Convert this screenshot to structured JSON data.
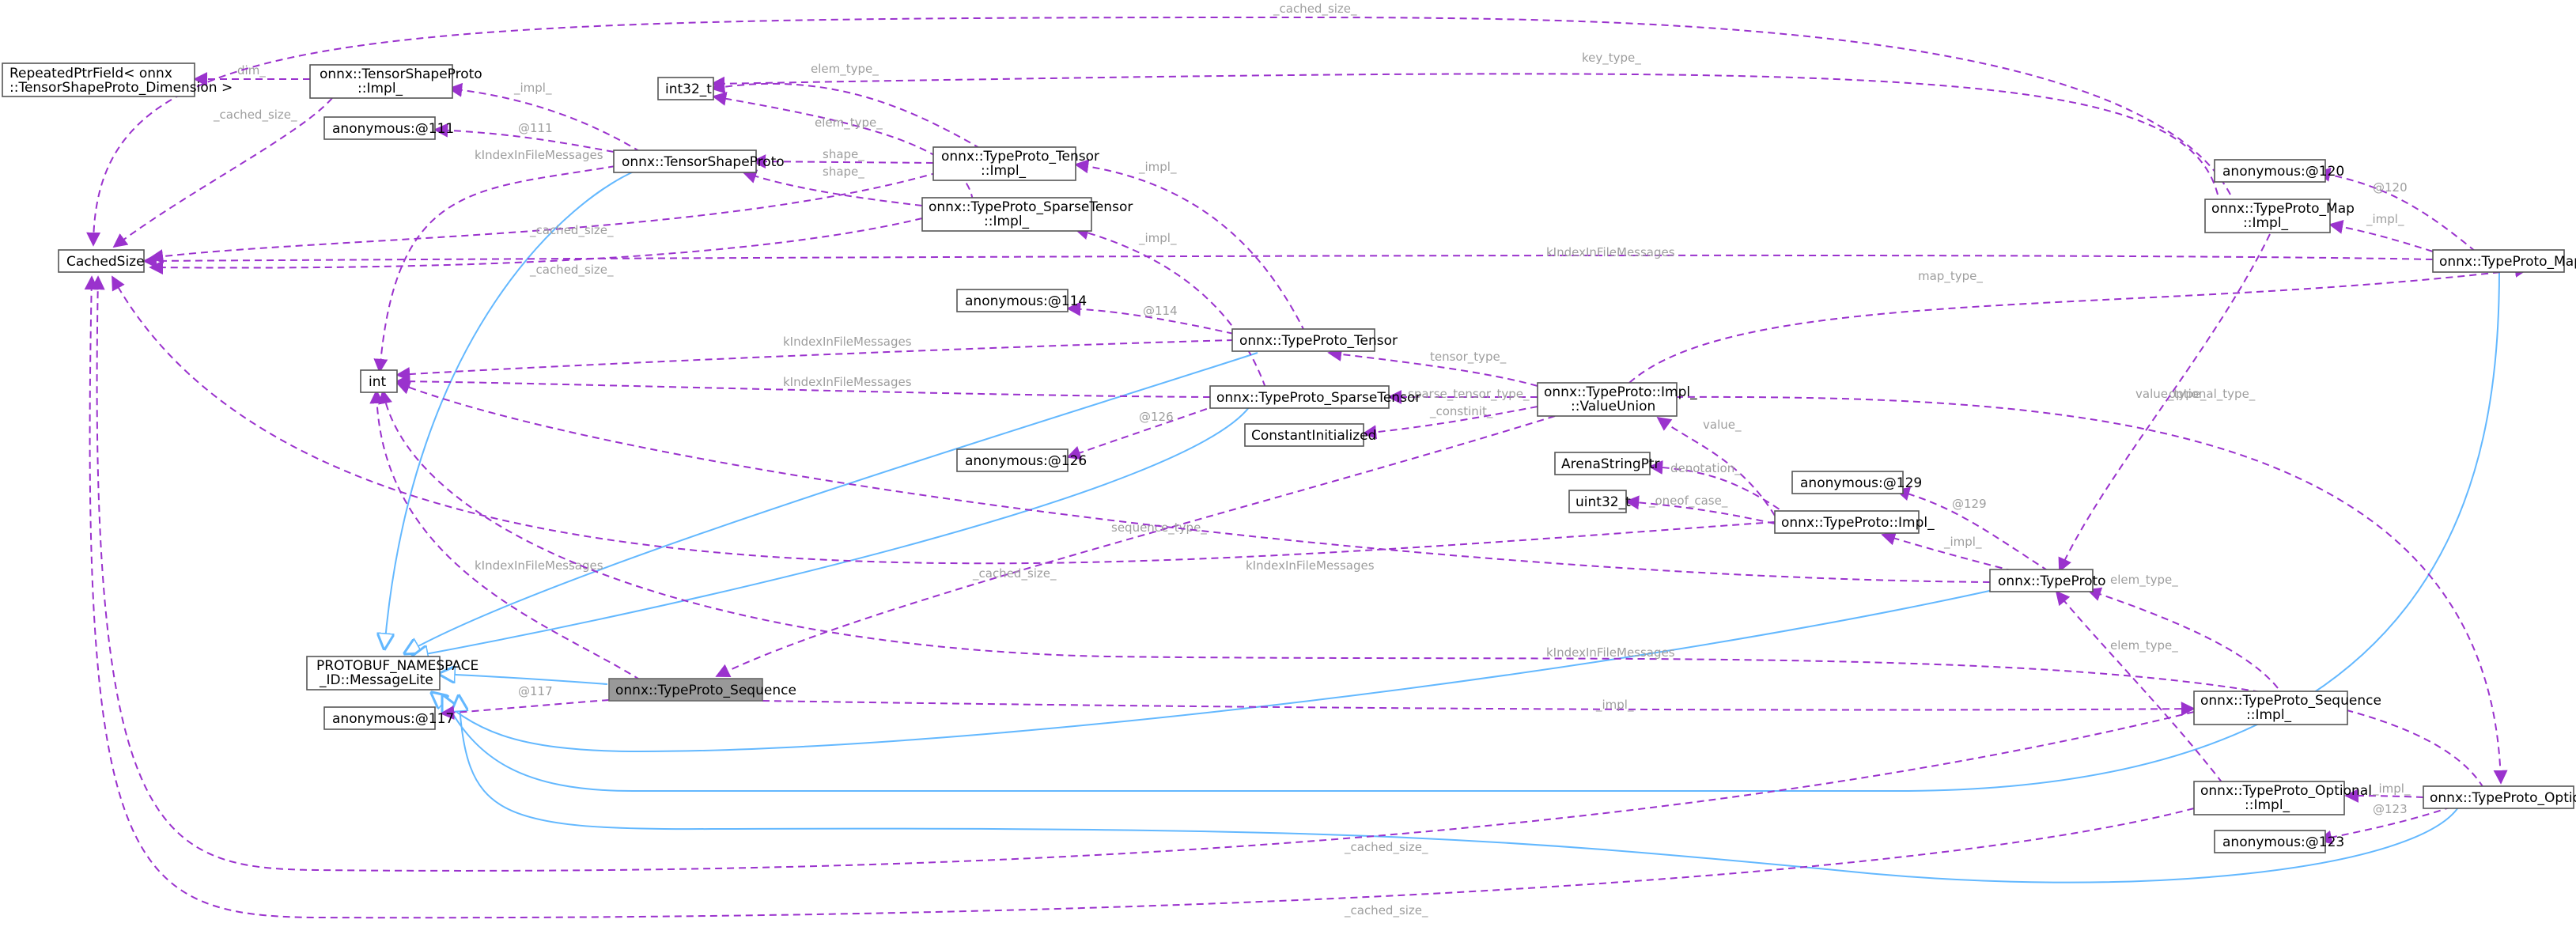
{
  "nodes": [
    {
      "id": "rpf",
      "lines": [
        "RepeatedPtrField< onnx",
        "::TensorShapeProto_Dimension >"
      ]
    },
    {
      "id": "tsp_impl",
      "lines": [
        "onnx::TensorShapeProto",
        "::Impl_"
      ]
    },
    {
      "id": "int32_t",
      "lines": [
        "int32_t"
      ]
    },
    {
      "id": "cachedsize",
      "lines": [
        "CachedSize"
      ]
    },
    {
      "id": "anon111",
      "lines": [
        "anonymous:@111"
      ]
    },
    {
      "id": "tsp",
      "lines": [
        "onnx::TensorShapeProto"
      ]
    },
    {
      "id": "tpt_impl",
      "lines": [
        "onnx::TypeProto_Tensor",
        "::Impl_"
      ]
    },
    {
      "id": "tpst_impl",
      "lines": [
        "onnx::TypeProto_SparseTensor",
        "::Impl_"
      ]
    },
    {
      "id": "int",
      "lines": [
        "int"
      ]
    },
    {
      "id": "anon114",
      "lines": [
        "anonymous:@114"
      ]
    },
    {
      "id": "tpt",
      "lines": [
        "onnx::TypeProto_Tensor"
      ]
    },
    {
      "id": "tpst",
      "lines": [
        "onnx::TypeProto_SparseTensor"
      ]
    },
    {
      "id": "anon126",
      "lines": [
        "anonymous:@126"
      ]
    },
    {
      "id": "constinit",
      "lines": [
        "ConstantInitialized"
      ]
    },
    {
      "id": "valueunion",
      "lines": [
        "onnx::TypeProto::Impl_",
        "::ValueUnion"
      ]
    },
    {
      "id": "arenastr",
      "lines": [
        "ArenaStringPtr"
      ]
    },
    {
      "id": "uint32_t",
      "lines": [
        "uint32_t"
      ]
    },
    {
      "id": "tp_impl",
      "lines": [
        "onnx::TypeProto::Impl_"
      ]
    },
    {
      "id": "anon129",
      "lines": [
        "anonymous:@129"
      ]
    },
    {
      "id": "tp",
      "lines": [
        "onnx::TypeProto"
      ]
    },
    {
      "id": "anon120",
      "lines": [
        "anonymous:@120"
      ]
    },
    {
      "id": "tpm_impl",
      "lines": [
        "onnx::TypeProto_Map",
        "::Impl_"
      ]
    },
    {
      "id": "tpm",
      "lines": [
        "onnx::TypeProto_Map"
      ]
    },
    {
      "id": "msglite",
      "lines": [
        "PROTOBUF_NAMESPACE",
        "_ID::MessageLite"
      ]
    },
    {
      "id": "tpseq",
      "lines": [
        "onnx::TypeProto_Sequence"
      ]
    },
    {
      "id": "anon117",
      "lines": [
        "anonymous:@117"
      ]
    },
    {
      "id": "tpseq_impl",
      "lines": [
        "onnx::TypeProto_Sequence",
        "::Impl_"
      ]
    },
    {
      "id": "tpo_impl",
      "lines": [
        "onnx::TypeProto_Optional",
        "::Impl_"
      ]
    },
    {
      "id": "tpo",
      "lines": [
        "onnx::TypeProto_Optional"
      ]
    },
    {
      "id": "anon123",
      "lines": [
        "anonymous:@123"
      ]
    }
  ],
  "edges": [
    {
      "id": "e_tspimpl_rpf",
      "label": "dim_"
    },
    {
      "id": "e_tspimpl_cs",
      "label": "_cached_size_"
    },
    {
      "id": "e_tsp_tspimpl",
      "label": "_impl_"
    },
    {
      "id": "e_tsp_anon111",
      "label": "@111"
    },
    {
      "id": "e_tsp_int",
      "label": "kIndexInFileMessages"
    },
    {
      "id": "e_tptimpl_int32",
      "label": "elem_type_"
    },
    {
      "id": "e_tptimpl_tsp",
      "label": "shape_"
    },
    {
      "id": "e_tptimpl_cs",
      "label": "_cached_size_"
    },
    {
      "id": "e_tpstimpl_int32",
      "label": "elem_type_"
    },
    {
      "id": "e_tpstimpl_tsp",
      "label": "shape_"
    },
    {
      "id": "e_tpstimpl_cs",
      "label": "_cached_size_"
    },
    {
      "id": "e_tpt_tptimpl",
      "label": "_impl_"
    },
    {
      "id": "e_tpt_anon114",
      "label": "@114"
    },
    {
      "id": "e_tpt_int",
      "label": "kIndexInFileMessages"
    },
    {
      "id": "e_tpst_tpstimpl",
      "label": "_impl_"
    },
    {
      "id": "e_tpst_anon126",
      "label": "@126"
    },
    {
      "id": "e_tpst_int",
      "label": "kIndexInFileMessages"
    },
    {
      "id": "e_vu_tpt",
      "label": "tensor_type_"
    },
    {
      "id": "e_vu_tpst",
      "label": "sparse_tensor_type_"
    },
    {
      "id": "e_vu_constinit",
      "label": "_constinit_"
    },
    {
      "id": "e_vu_tpm",
      "label": "map_type_"
    },
    {
      "id": "e_vu_tpseq",
      "label": "sequence_type_"
    },
    {
      "id": "e_vu_tpo",
      "label": "optional_type_"
    },
    {
      "id": "e_tpimpl_vu",
      "label": "value_"
    },
    {
      "id": "e_tpimpl_arena",
      "label": "denotation_"
    },
    {
      "id": "e_tpimpl_uint32",
      "label": "_oneof_case_"
    },
    {
      "id": "e_tpimpl_cs",
      "label": "_cached_size_"
    },
    {
      "id": "e_tp_tpimpl",
      "label": "_impl_"
    },
    {
      "id": "e_tp_anon129",
      "label": "@129"
    },
    {
      "id": "e_tp_int",
      "label": "kIndexInFileMessages"
    },
    {
      "id": "e_tpmimpl_int32",
      "label": "key_type_"
    },
    {
      "id": "e_tpmimpl_cs",
      "label": "_cached_size_"
    },
    {
      "id": "e_tpmimpl_tp",
      "label": "value_type_"
    },
    {
      "id": "e_tpm_tpmimpl",
      "label": "_impl_"
    },
    {
      "id": "e_tpm_anon120",
      "label": "@120"
    },
    {
      "id": "e_tpm_cs",
      "label": "kIndexInFileMessages"
    },
    {
      "id": "e_tpseq_int",
      "label": "kIndexInFileMessages"
    },
    {
      "id": "e_tpseq_anon117",
      "label": "@117"
    },
    {
      "id": "e_tpseq_tpseqimpl",
      "label": "_impl_"
    },
    {
      "id": "e_tpseqimpl_tp",
      "label": "elem_type_"
    },
    {
      "id": "e_tpseqimpl_cs",
      "label": "_cached_size_"
    },
    {
      "id": "e_tpoimpl_tp",
      "label": "elem_type_"
    },
    {
      "id": "e_tpoimpl_cs",
      "label": "_cached_size_"
    },
    {
      "id": "e_tpo_tpoimpl",
      "label": "_impl_"
    },
    {
      "id": "e_tpo_anon123",
      "label": "@123"
    },
    {
      "id": "e_tpo_int",
      "label": "kIndexInFileMessages"
    }
  ]
}
